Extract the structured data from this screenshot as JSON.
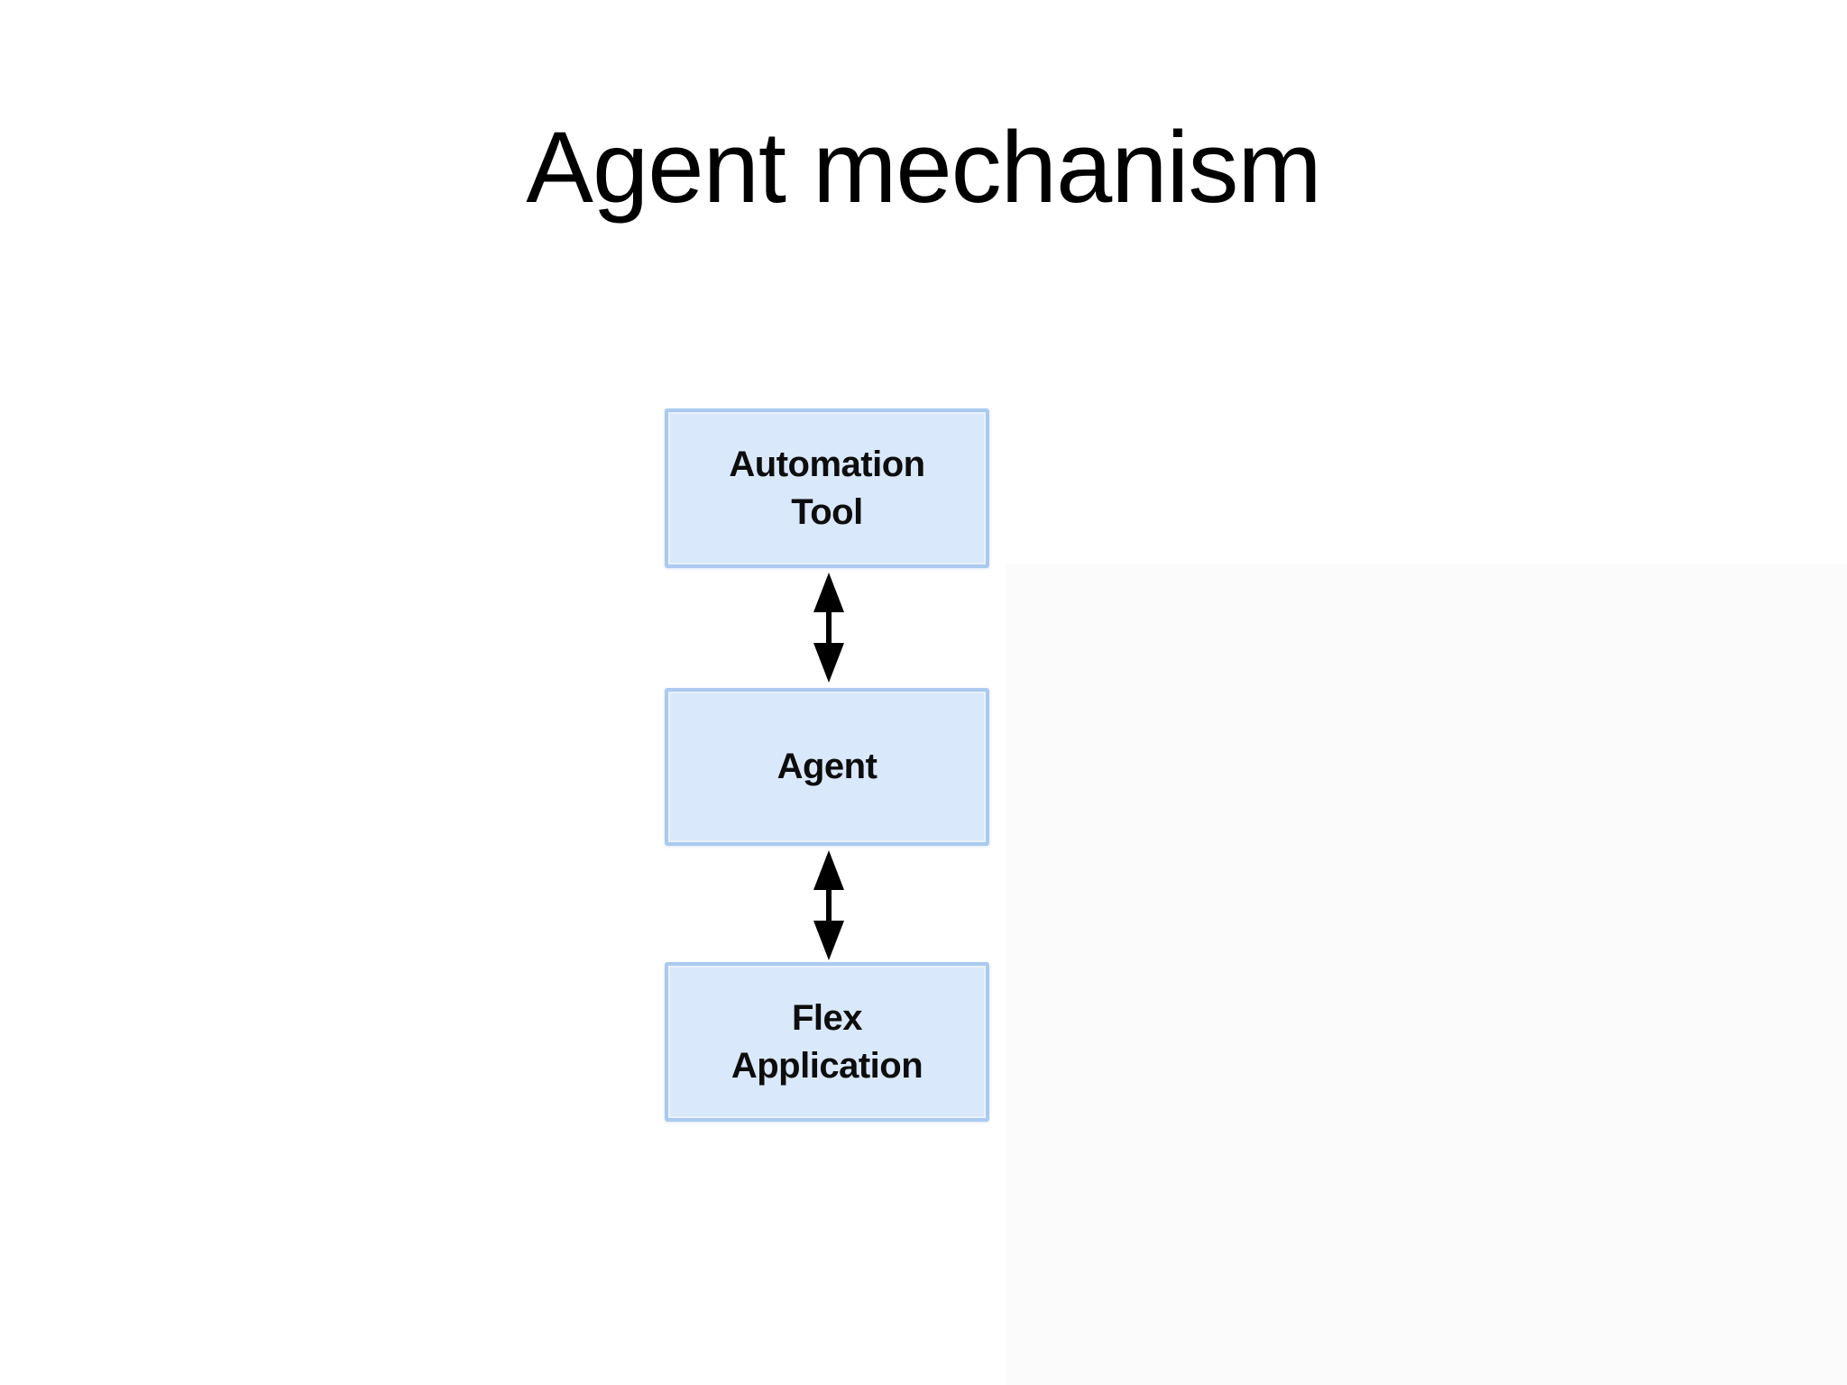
{
  "slide": {
    "title": "Agent mechanism",
    "background_color": "#ffffff"
  },
  "diagram": {
    "boxes": [
      {
        "id": "automation-tool",
        "label": "Automation\nTool"
      },
      {
        "id": "agent",
        "label": "Agent"
      },
      {
        "id": "flex-application",
        "label": "Flex\nApplication"
      }
    ],
    "connectors": [
      {
        "from": "automation-tool",
        "to": "agent",
        "type": "bidirectional-vertical-arrow"
      },
      {
        "from": "agent",
        "to": "flex-application",
        "type": "bidirectional-vertical-arrow"
      }
    ],
    "icons": {
      "double_arrow_icon": "↕"
    },
    "colors": {
      "box_fill": "#d9e8fb",
      "box_border": "#abcaef",
      "box_inner_highlight": "#e8f1fc",
      "arrow": "#000000",
      "label_text": "#0d0d0d",
      "title_text": "#000000",
      "picture_background": "#fcfbfc"
    }
  }
}
